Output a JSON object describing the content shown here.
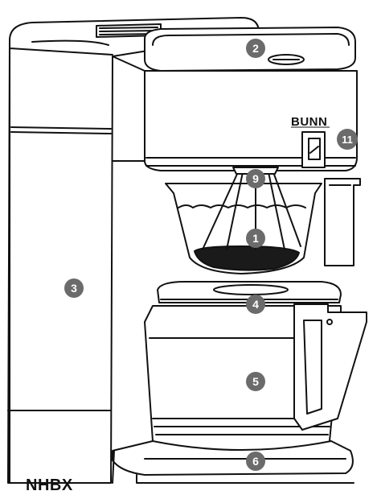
{
  "diagram": {
    "brand": "BUNN",
    "model": "NHBX",
    "callouts": [
      {
        "id": "callout-1",
        "number": "1"
      },
      {
        "id": "callout-2",
        "number": "2"
      },
      {
        "id": "callout-3",
        "number": "3"
      },
      {
        "id": "callout-4",
        "number": "4"
      },
      {
        "id": "callout-5",
        "number": "5"
      },
      {
        "id": "callout-6",
        "number": "6"
      },
      {
        "id": "callout-9",
        "number": "9"
      },
      {
        "id": "callout-11",
        "number": "11"
      }
    ],
    "colors": {
      "outline": "#111111",
      "callout_fill": "#6b6b6b",
      "coffee": "#1a1a1a",
      "background": "#ffffff"
    }
  }
}
